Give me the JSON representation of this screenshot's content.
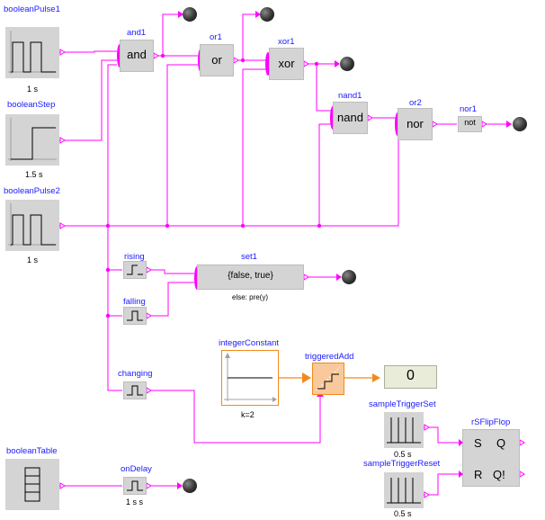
{
  "colors": {
    "wire": "#ff00ff",
    "name": "#1a1aff",
    "block": "#d4d4d4",
    "orange": "#f28a1b"
  },
  "sources": {
    "booleanPulse1": {
      "name": "booleanPulse1",
      "param": "1 s"
    },
    "booleanStep": {
      "name": "booleanStep",
      "param": "1.5 s"
    },
    "booleanPulse2": {
      "name": "booleanPulse2",
      "param": "1 s"
    },
    "booleanTable": {
      "name": "booleanTable"
    }
  },
  "gates": {
    "and1": {
      "name": "and1",
      "label": "and"
    },
    "or1": {
      "name": "or1",
      "label": "or"
    },
    "xor1": {
      "name": "xor1",
      "label": "xor"
    },
    "nand1": {
      "name": "nand1",
      "label": "nand"
    },
    "or2": {
      "name": "or2",
      "label": "nor"
    },
    "nor1": {
      "name": "nor1",
      "label": "not"
    }
  },
  "edges": {
    "rising": {
      "name": "rising"
    },
    "falling": {
      "name": "falling"
    },
    "changing": {
      "name": "changing"
    }
  },
  "set1": {
    "name": "set1",
    "label": "{false, true}",
    "param": "else: pre(y)"
  },
  "integerConstant": {
    "name": "integerConstant",
    "param": "k=2"
  },
  "triggeredAdd": {
    "name": "triggeredAdd"
  },
  "display": {
    "value": "0"
  },
  "sampleTriggerSet": {
    "name": "sampleTriggerSet",
    "param": "0.5 s"
  },
  "sampleTriggerReset": {
    "name": "sampleTriggerReset",
    "param": "0.5 s"
  },
  "rsFlipFlop": {
    "name": "rSFlipFlop",
    "s": "S",
    "q": "Q",
    "r": "R",
    "qnot": "Q!"
  },
  "onDelay": {
    "name": "onDelay",
    "param": "1 s s"
  }
}
